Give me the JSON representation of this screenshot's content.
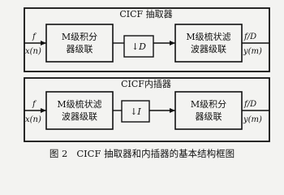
{
  "diagram": {
    "top_panel": {
      "title": "CICF 抽取器",
      "input_rate": "f",
      "input_signal": "x(n)",
      "block1_line1": "M级积分",
      "block1_line2": "器级联",
      "block2": "↓D",
      "block3_line1": "M级梳状滤",
      "block3_line2": "波器级联",
      "output_rate": "f/D",
      "output_signal": "y(m)"
    },
    "bottom_panel": {
      "title": "CICF内插器",
      "input_rate": "f",
      "input_signal": "x(n)",
      "block1_line1": "M级梳状滤",
      "block1_line2": "波器级联",
      "block2": "↓I",
      "block3_line1": "M级积分",
      "block3_line2": "器级联",
      "output_rate": "f/D",
      "output_signal": "y(m)"
    },
    "caption": "图 2   CICF 抽取器和内插器的基本结构框图"
  }
}
